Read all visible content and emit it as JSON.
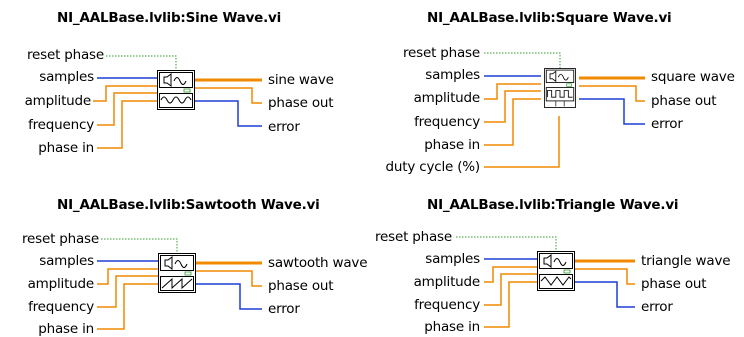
{
  "blocks": [
    {
      "id": "sine",
      "title": "NI_AALBase.lvlib:Sine Wave.vi",
      "inputs": [
        "reset phase",
        "samples",
        "amplitude",
        "frequency",
        "phase in"
      ],
      "outputs": [
        "sine wave",
        "phase out",
        "error"
      ]
    },
    {
      "id": "square",
      "title": "NI_AALBase.lvlib:Square Wave.vi",
      "inputs": [
        "reset phase",
        "samples",
        "amplitude",
        "frequency",
        "phase in",
        "duty cycle (%)"
      ],
      "outputs": [
        "square wave",
        "phase out",
        "error"
      ]
    },
    {
      "id": "sawtooth",
      "title": "NI_AALBase.lvlib:Sawtooth Wave.vi",
      "inputs": [
        "reset phase",
        "samples",
        "amplitude",
        "frequency",
        "phase in"
      ],
      "outputs": [
        "sawtooth wave",
        "phase out",
        "error"
      ]
    },
    {
      "id": "triangle",
      "title": "NI_AALBase.lvlib:Triangle Wave.vi",
      "inputs": [
        "reset phase",
        "samples",
        "amplitude",
        "frequency",
        "phase in"
      ],
      "outputs": [
        "triangle wave",
        "phase out",
        "error"
      ]
    }
  ],
  "colors": {
    "reset_phase_wire": "#2e9c2e",
    "samples_wire": "#1f3fd6",
    "dbl_wire": "#f08a00",
    "error_wire": "#1f3fd6",
    "icon_border": "#000000"
  },
  "icons": {
    "top_half": "speaker-sine-icon",
    "sine": "sine-wave-icon",
    "square": "square-wave-icon",
    "sawtooth": "sawtooth-wave-icon",
    "triangle": "triangle-wave-icon"
  }
}
